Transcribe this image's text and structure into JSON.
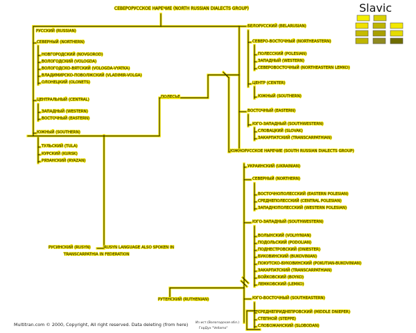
{
  "legend": {
    "title": "Slavic",
    "swatches": [
      [
        "#f4ef00",
        "#d8d000"
      ],
      [
        "#f0e000",
        "#bdb400",
        "#f3e800"
      ],
      [
        "#c5bb00",
        "#a9a000",
        "#e5dc00"
      ],
      [
        "#bfb600",
        "#8f8a20",
        "#6f6d00"
      ]
    ]
  },
  "nodes": {
    "root": "СЕВЕРОРУССКОЕ НАРЕЧИЕ (NORTH RUSSIAN DIALECTS GROUP)",
    "russky": "РУССКИЙ (RUSSIAN)",
    "belarusky": "БЕЛОРУССКИЙ (BELARUSIAN)",
    "severny": "СЕВЕРНЫЙ (NORTHERN)",
    "novgorod": "НОВГОРОДСКИЙ (NOVGOROD)",
    "vologda": "ВОЛОГОДСКИЙ (VOLOGDA)",
    "volgovyatsky": "ВОЛОГОДСКО-ВЯТСКИЙ (VOLOGDA-VYATKA)",
    "vladimir": "ВЛАДИМИРСКО-ПОВОЛЖСКИЙ (VLADIMIR-VOLGA)",
    "olonets": "ОЛОНЕЦКИЙ (OLONETS)",
    "northeastern": "СЕВЕРО-ВОСТОЧНЫЙ (NORTHEASTERN)",
    "polesky": "ПОЛЕССКИЙ (POLESIAN)",
    "western": "ЗАПАДНЫЙ (WESTERN)",
    "northeast_lemko": "СЕВЕРОВОСТОЧНЫЙ (NORTHEASTERN LEMKO)",
    "central": "ЦЕНТРАЛЬНЫЙ (CENTRAL)",
    "zapadny": "ЗАПАДНЫЙ (WESTERN)",
    "vostochny": "ВОСТОЧНЫЙ (EASTERN)",
    "center": "ЦЕНТР (CENTER)",
    "polesye": "ПОЛЕСЬЕ",
    "southern": "ЮЖНЫЙ (SOUTHERN)",
    "eastern_slavic": "ВОСТОЧНЫЙ (EASTERN)",
    "southwest": "ЮГО-ЗАПАДНЫЙ (SOUTHWESTERN)",
    "transcarpathian": "ЗАКАРПАТСКИЙ (TRANSCARPATHIAN)",
    "tulsky": "ТУЛЬСКИЙ (TULA)",
    "kursky": "КУРСКИЙ (KURSK)",
    "ryazansky": "РЯЗАНСКИЙ (RYAZAN)",
    "slovak": "СЛОВАЦКИЙ (SLOVAK)",
    "rusyn": "РУСИНСКИЙ (RUSYN)",
    "south_group": "ЮЖНОРУССКОЕ НАРЕЧИЕ (SOUTH RUSSIAN DIALECTS GROUP)",
    "ukrainsky": "УКРАИНСКИЙ (UKRAINIAN)",
    "n_ukr": "СЕВЕРНЫЙ (NORTHERN)",
    "vost_polessky": "ВОСТОЧНОПОЛЕССКИЙ (EASTERN POLESIAN)",
    "sred_polessky": "СРЕДНЕПОЛЕССКИЙ (CENTRAL POLESIAN)",
    "zap_polessky": "ЗАПАДНОПОЛЕССКИЙ (WESTERN POLESIAN)",
    "sw_ukr": "ЮГО-ЗАПАДНЫЙ (SOUTHWESTERN)",
    "volynsky": "ВОЛЫНСКИЙ (VOLHYNIAN)",
    "podolsky": "ПОДОЛЬСКИЙ (PODOLIAN)",
    "podnestr": "ПОДНЕСТРОВСКИЙ (DNIESTER)",
    "bukovina": "БУКОВИНСКИЙ (BUKOVINIAN)",
    "pokut": "ПОКУТСКО-БУКОВИНСКИЙ (POKUTIAN-BUKOVINIAN)",
    "zakarpat": "ЗАКАРПАТСКИЙ (TRANSCARPATHIAN)",
    "boyk": "БОЙКОВСКИЙ (BOYKO)",
    "lemk": "ЛЕМКОВСКИЙ (LEMKO)",
    "se_ukr": "ЮГО-ВОСТОЧНЫЙ (SOUTHEASTERN)",
    "rusynsky": "РУСИНСКИЙ (RUSYN)",
    "rusyn_note": "RUSYN LANGUAGE ALSO SPOKEN IN",
    "rusyn_note2": "TRANSCARPATHIA IN FEDERATION",
    "ruthenian": "РУТЕНСКИЙ (RUTHENIAN)",
    "sredne_dnepr": "СРЕДНЕПРИДНЕПРОВСКИЙ (MIDDLE DNIEPER)",
    "stepnoy": "СТЕПНОЙ (STEPPE)",
    "slobozh": "СЛОБОЖАНСКИЙ (SLOBODAN)"
  },
  "footer": {
    "copyright": "Multitran.com © 2000, Copyright, All right reserved. Data deleting (from here)",
    "credit1": "Из ист.(Вологодская обл.)",
    "credit2": "ГорДух \"Vellamo\""
  }
}
